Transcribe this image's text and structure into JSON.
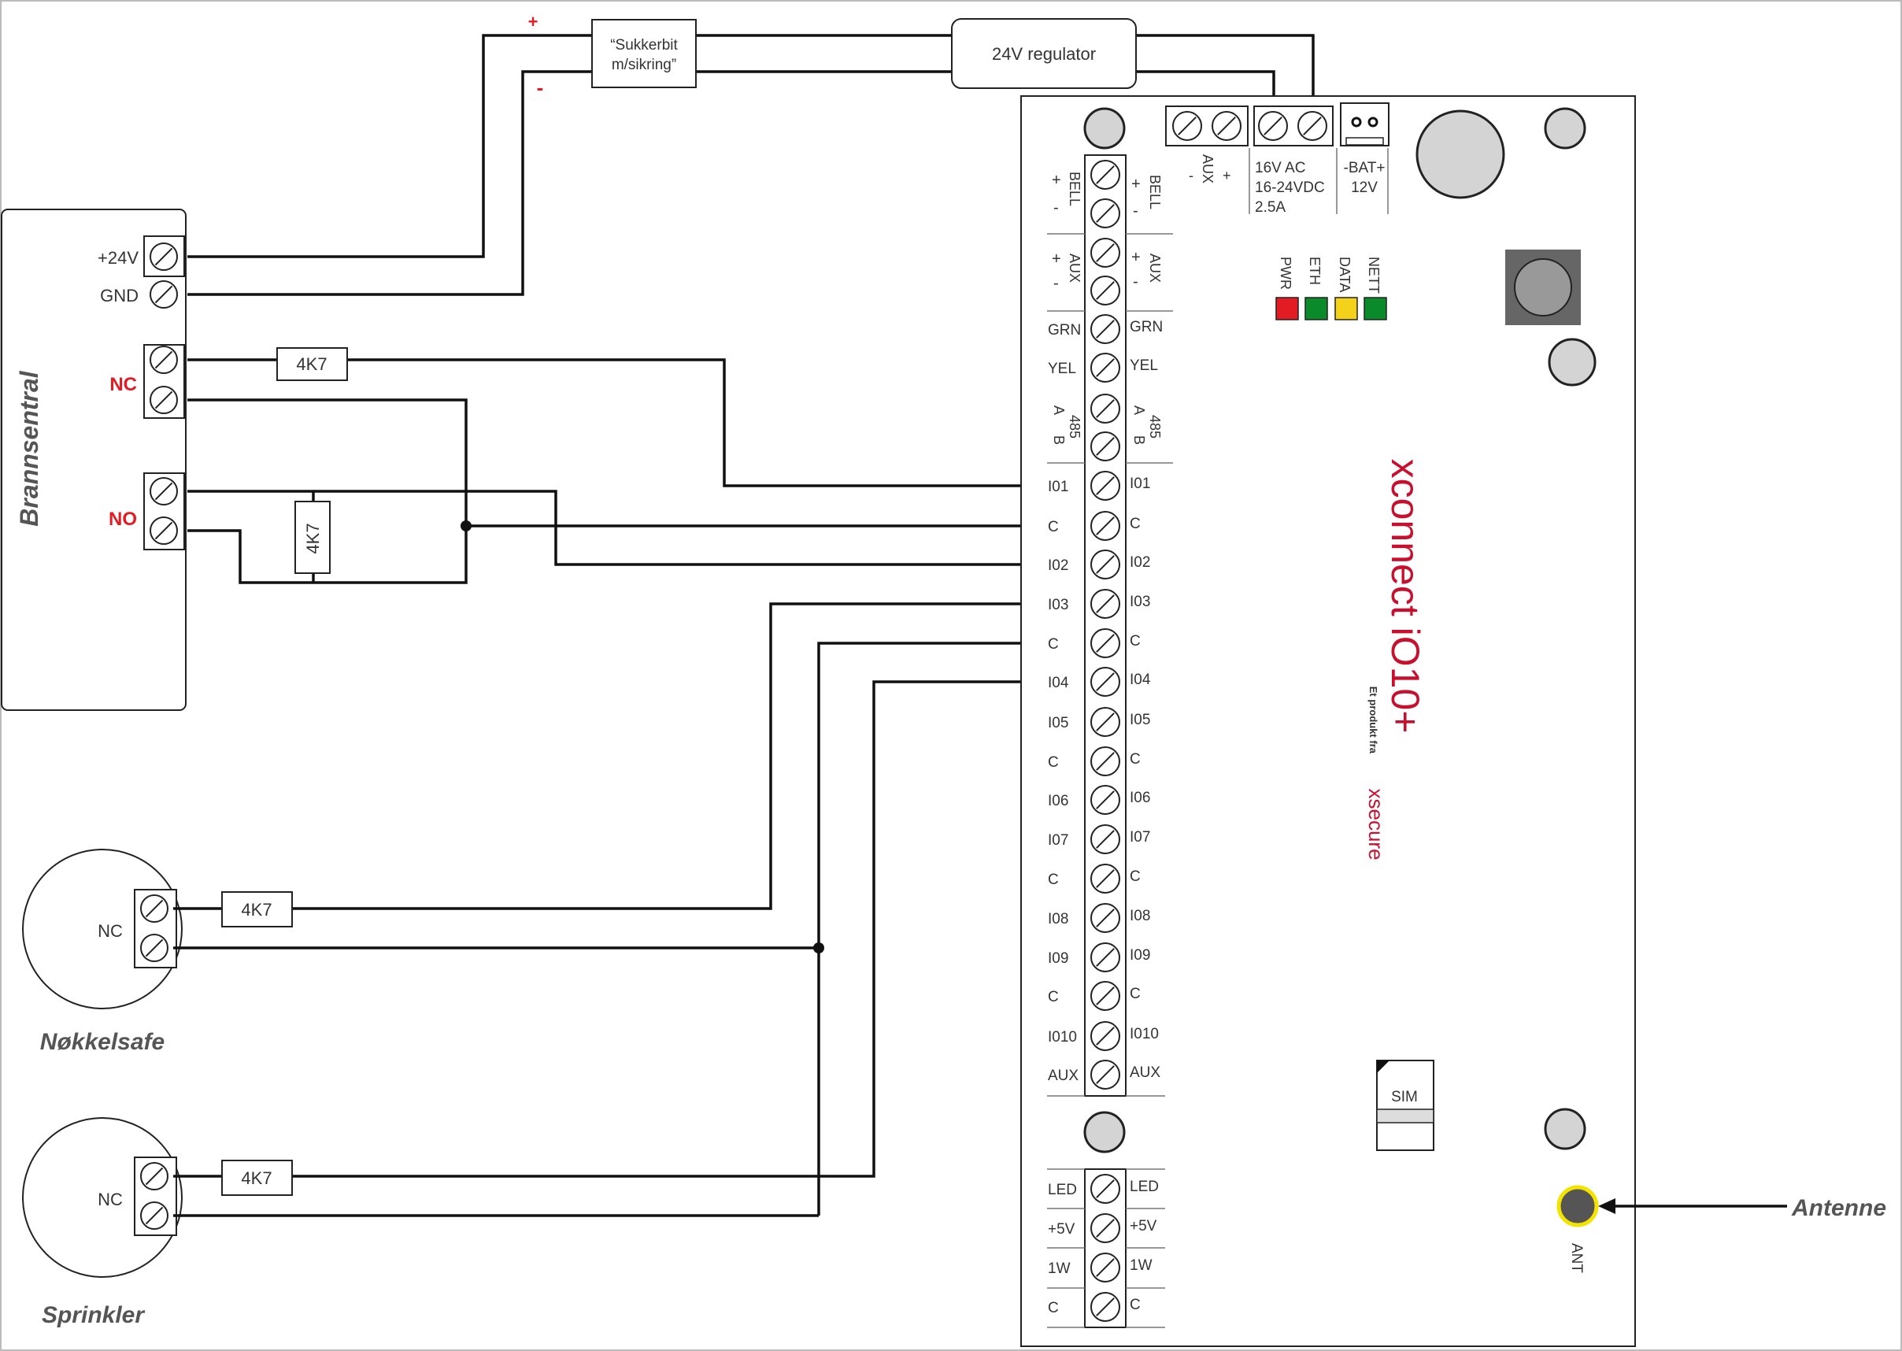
{
  "top": {
    "fuse_line1": "“Sukkerbit",
    "fuse_line2": "m/sikring”",
    "regulator": "24V regulator",
    "plus": "+",
    "minus": "-"
  },
  "brannsentral": {
    "title": "Brannsentral",
    "p24": "+24V",
    "gnd": "GND",
    "nc": "NC",
    "no": "NO"
  },
  "resistor_label": "4K7",
  "devices": {
    "nokkelsafe": {
      "title": "Nøkkelsafe",
      "label": "NC"
    },
    "sprinkler": {
      "title": "Sprinkler",
      "label": "NC"
    }
  },
  "board": {
    "left_labels": [
      "GRN",
      "YEL",
      "I01",
      "C",
      "I02",
      "I03",
      "C",
      "I04",
      "I05",
      "C",
      "I06",
      "I07",
      "C",
      "I08",
      "I09",
      "C",
      "I010",
      "AUX"
    ],
    "right_labels": [
      "GRN",
      "YEL",
      "I01",
      "C",
      "I02",
      "I03",
      "C",
      "I04",
      "I05",
      "C",
      "I06",
      "I07",
      "C",
      "I08",
      "I09",
      "C",
      "I010",
      "AUX"
    ],
    "bell": "BELL",
    "aux": "AUX",
    "rs485": "485",
    "a": "A",
    "b": "B",
    "pm_plus": "+",
    "pm_minus": "-",
    "power_line1": "16V AC",
    "power_line2": "16-24VDC",
    "power_line3": "2.5A",
    "bat_line1": "-BAT+",
    "bat_line2": "12V",
    "leds": [
      {
        "label": "PWR",
        "color": "#e31b23"
      },
      {
        "label": "ETH",
        "color": "#0a8a2a"
      },
      {
        "label": "DATA",
        "color": "#f5d21a"
      },
      {
        "label": "NETT",
        "color": "#0a8a2a"
      }
    ],
    "bottom_left": [
      "LED",
      "+5V",
      "1W",
      "C"
    ],
    "bottom_right": [
      "LED",
      "+5V",
      "1W",
      "C"
    ],
    "sim": "SIM",
    "ant": "ANT",
    "brand_name": "xconnect iO10+",
    "brand_sub": "Et produkt fra",
    "brand_company": "xsecure"
  },
  "antenne": "Antenne"
}
